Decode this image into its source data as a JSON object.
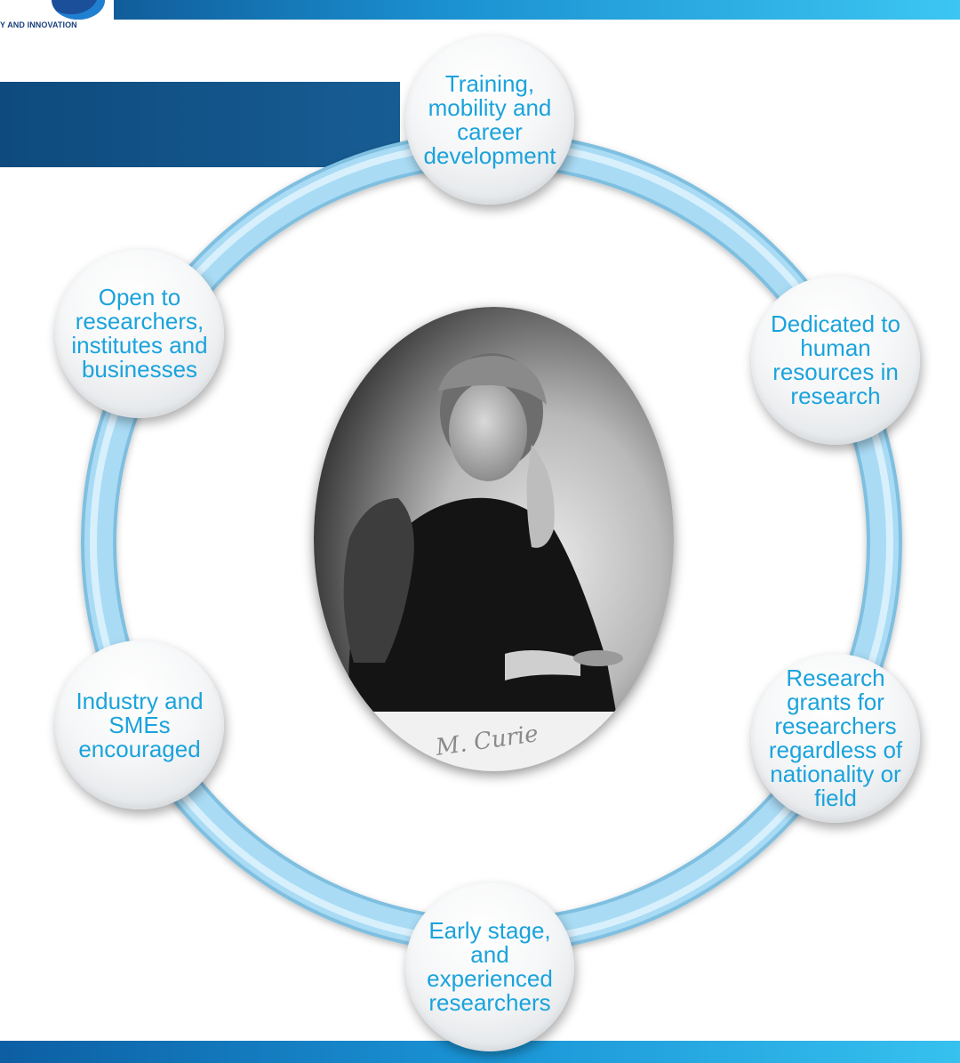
{
  "header": {
    "logo_text": "Y AND INNOVATION"
  },
  "diagram": {
    "center": {
      "image": "portrait-photo",
      "signature": "M. Curie"
    },
    "nodes": [
      {
        "id": "top",
        "label": "Training, mobility and career development"
      },
      {
        "id": "upper-right",
        "label": "Dedicated to human resources in research"
      },
      {
        "id": "lower-right",
        "label": "Research grants for researchers regardless of nationality or field"
      },
      {
        "id": "bottom",
        "label": "Early stage, and experienced researchers"
      },
      {
        "id": "lower-left",
        "label": "Industry and SMEs encouraged"
      },
      {
        "id": "upper-left",
        "label": "Open to researchers, institutes and businesses"
      }
    ]
  },
  "colors": {
    "node_text": "#1aa3dc",
    "ring": "#a9dbf5",
    "header_blue": "#0e4a7d"
  }
}
